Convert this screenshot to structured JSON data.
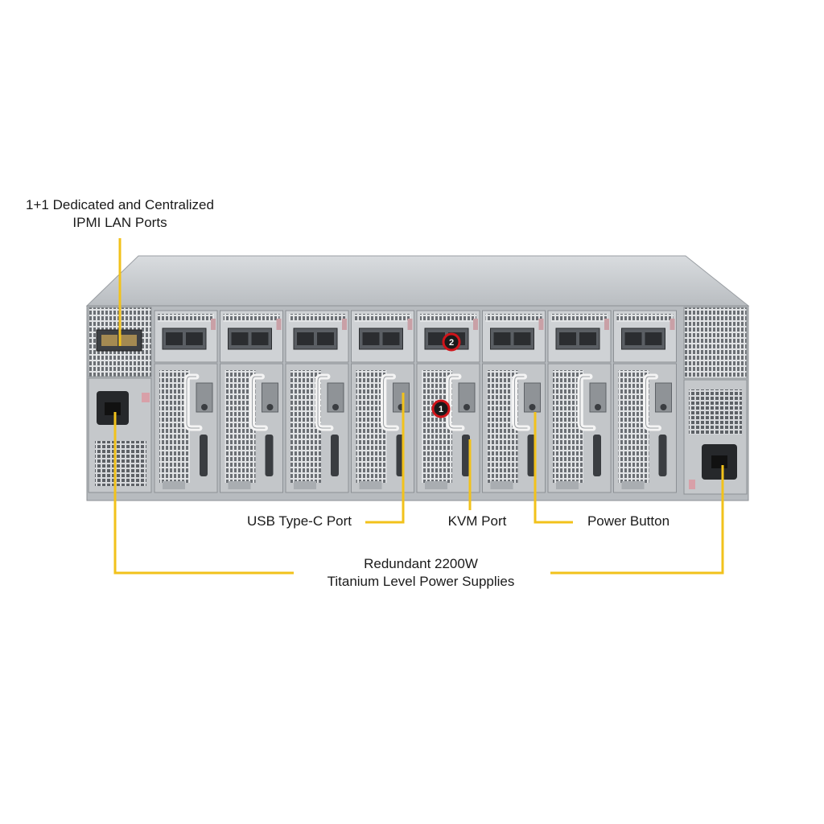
{
  "callouts": {
    "ipmi_line1": "1+1 Dedicated and Centralized",
    "ipmi_line2": "IPMI LAN Ports",
    "usb": "USB Type-C Port",
    "kvm": "KVM Port",
    "power_button": "Power Button",
    "psu_line1": "Redundant 2200W",
    "psu_line2": "Titanium Level Power Supplies"
  },
  "markers": {
    "m1": "1",
    "m2": "2"
  },
  "colors": {
    "leader": "#f2c21b",
    "chassis": "#c9cccf",
    "chassis_dark": "#7d8186",
    "marker_ring": "#d0141a",
    "marker_fill": "#1a1a1a",
    "handle": "#f4f4f4"
  },
  "icons": [
    "ipmi-lan-port-icon",
    "psu-power-inlet-icon",
    "vent-grille-icon",
    "kvm-connector-icon",
    "usb-c-port-icon",
    "power-button-icon"
  ],
  "server": {
    "node_count": 8
  }
}
